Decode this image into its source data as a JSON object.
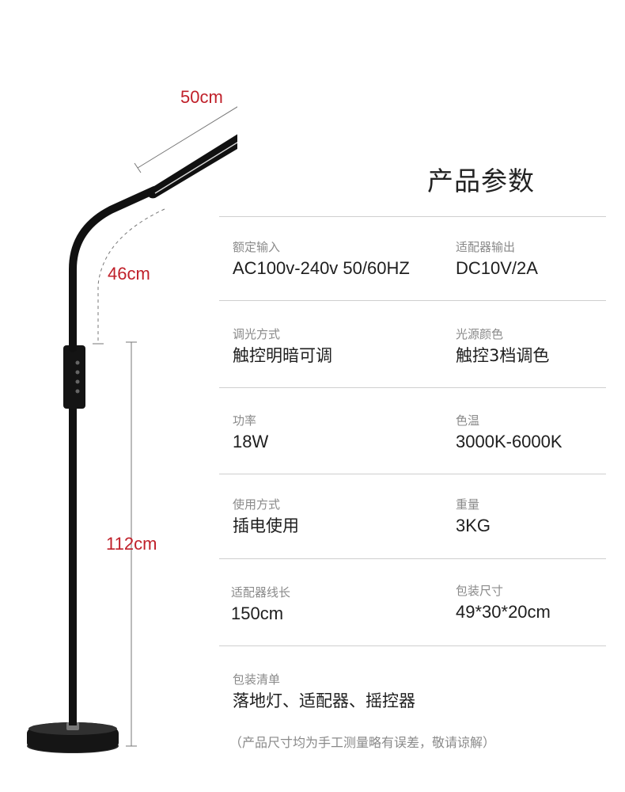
{
  "dimensions": {
    "arm_length": "50cm",
    "neck_height": "46cm",
    "pole_height": "112cm"
  },
  "title": "产品参数",
  "specs": [
    {
      "label": "额定输入",
      "value": "AC100v-240v 50/60HZ"
    },
    {
      "label": "适配器输出",
      "value": "DC10V/2A"
    },
    {
      "label": "调光方式",
      "value": "触控明暗可调"
    },
    {
      "label": "光源颜色",
      "value": "触控3档调色"
    },
    {
      "label": "功率",
      "value": "18W"
    },
    {
      "label": "色温",
      "value": "3000K-6000K"
    },
    {
      "label": "使用方式",
      "value": "插电使用"
    },
    {
      "label": "重量",
      "value": "3KG"
    },
    {
      "label": "适配器线长",
      "value": "150cm"
    },
    {
      "label": "包装尺寸",
      "value": "49*30*20cm"
    },
    {
      "label": "包装清单",
      "value": "落地灯、适配器、摇控器"
    }
  ],
  "note": "（产品尺寸均为手工测量略有误差，敬请谅解）",
  "colors": {
    "accent": "#c0202a",
    "lamp": "#111111"
  }
}
